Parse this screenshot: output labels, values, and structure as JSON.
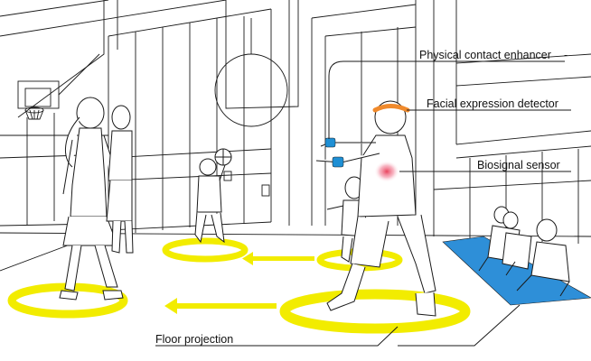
{
  "labels": {
    "physical_contact": "Physical contact enhancer",
    "facial_expression": "Facial expression detector",
    "biosignal": "Biosignal sensor",
    "floor_projection": "Floor projection"
  },
  "colors": {
    "projection_ring": "#f2ec00",
    "projection_ring_inner": "#dcd400",
    "mat": "#2e8fd8",
    "band": "#f08a2c",
    "wristband": "#1f8fd4",
    "biosignal": "#e83a55",
    "line": "#1a1a1a",
    "background": "#ffffff"
  }
}
